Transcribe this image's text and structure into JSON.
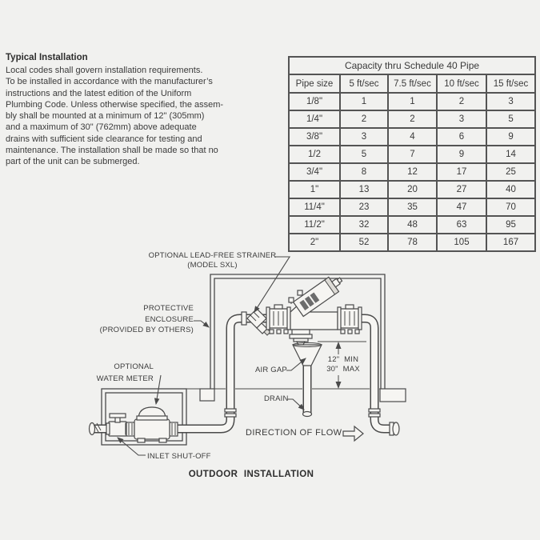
{
  "page": {
    "background": "#f1f1ef",
    "ink": "#3b3b3b",
    "line_color": "#4a4a4a"
  },
  "intro": {
    "title": "Typical Installation",
    "lines": [
      "Local codes shall govern installation requirements.",
      "To be installed in accordance with the manufacturer’s",
      "instructions and the latest edition of the Uniform",
      "Plumbing Code. Unless otherwise specified, the assem-",
      "bly shall be mounted at a minimum of 12\" (305mm)",
      "and a maximum of 30\" (762mm) above adequate",
      "drains with sufficient side clearance for testing and",
      "maintenance. The installation shall be made so that no",
      "part of the unit can be submerged."
    ]
  },
  "capacity_table": {
    "title": "Capacity thru Schedule 40 Pipe",
    "columns": [
      "Pipe size",
      "5 ft/sec",
      "7.5 ft/sec",
      "10 ft/sec",
      "15 ft/sec"
    ],
    "rows": [
      [
        "1/8\"",
        "1",
        "1",
        "2",
        "3"
      ],
      [
        "1/4\"",
        "2",
        "2",
        "3",
        "5"
      ],
      [
        "3/8\"",
        "3",
        "4",
        "6",
        "9"
      ],
      [
        "1/2",
        "5",
        "7",
        "9",
        "14"
      ],
      [
        "3/4\"",
        "8",
        "12",
        "17",
        "25"
      ],
      [
        "1\"",
        "13",
        "20",
        "27",
        "40"
      ],
      [
        "11/4\"",
        "23",
        "35",
        "47",
        "70"
      ],
      [
        "11/2\"",
        "32",
        "48",
        "63",
        "95"
      ],
      [
        "2\"",
        "52",
        "78",
        "105",
        "167"
      ]
    ]
  },
  "diagram": {
    "labels": {
      "strainer_lines": [
        "OPTIONAL LEAD-FREE STRAINER",
        "(MODEL SXL)"
      ],
      "enclosure_lines": [
        "PROTECTIVE",
        "ENCLOSURE",
        "(PROVIDED BY OTHERS)"
      ],
      "water_meter_lines": [
        "OPTIONAL",
        "WATER METER"
      ],
      "inlet_shutoff": "INLET SHUT-OFF",
      "air_gap": "AIR GAP",
      "dimension_lines": [
        "12\" MIN",
        "30\" MAX"
      ],
      "drain": "DRAIN",
      "direction_of_flow": "DIRECTION OF FLOW"
    },
    "caption": "OUTDOOR INSTALLATION"
  }
}
